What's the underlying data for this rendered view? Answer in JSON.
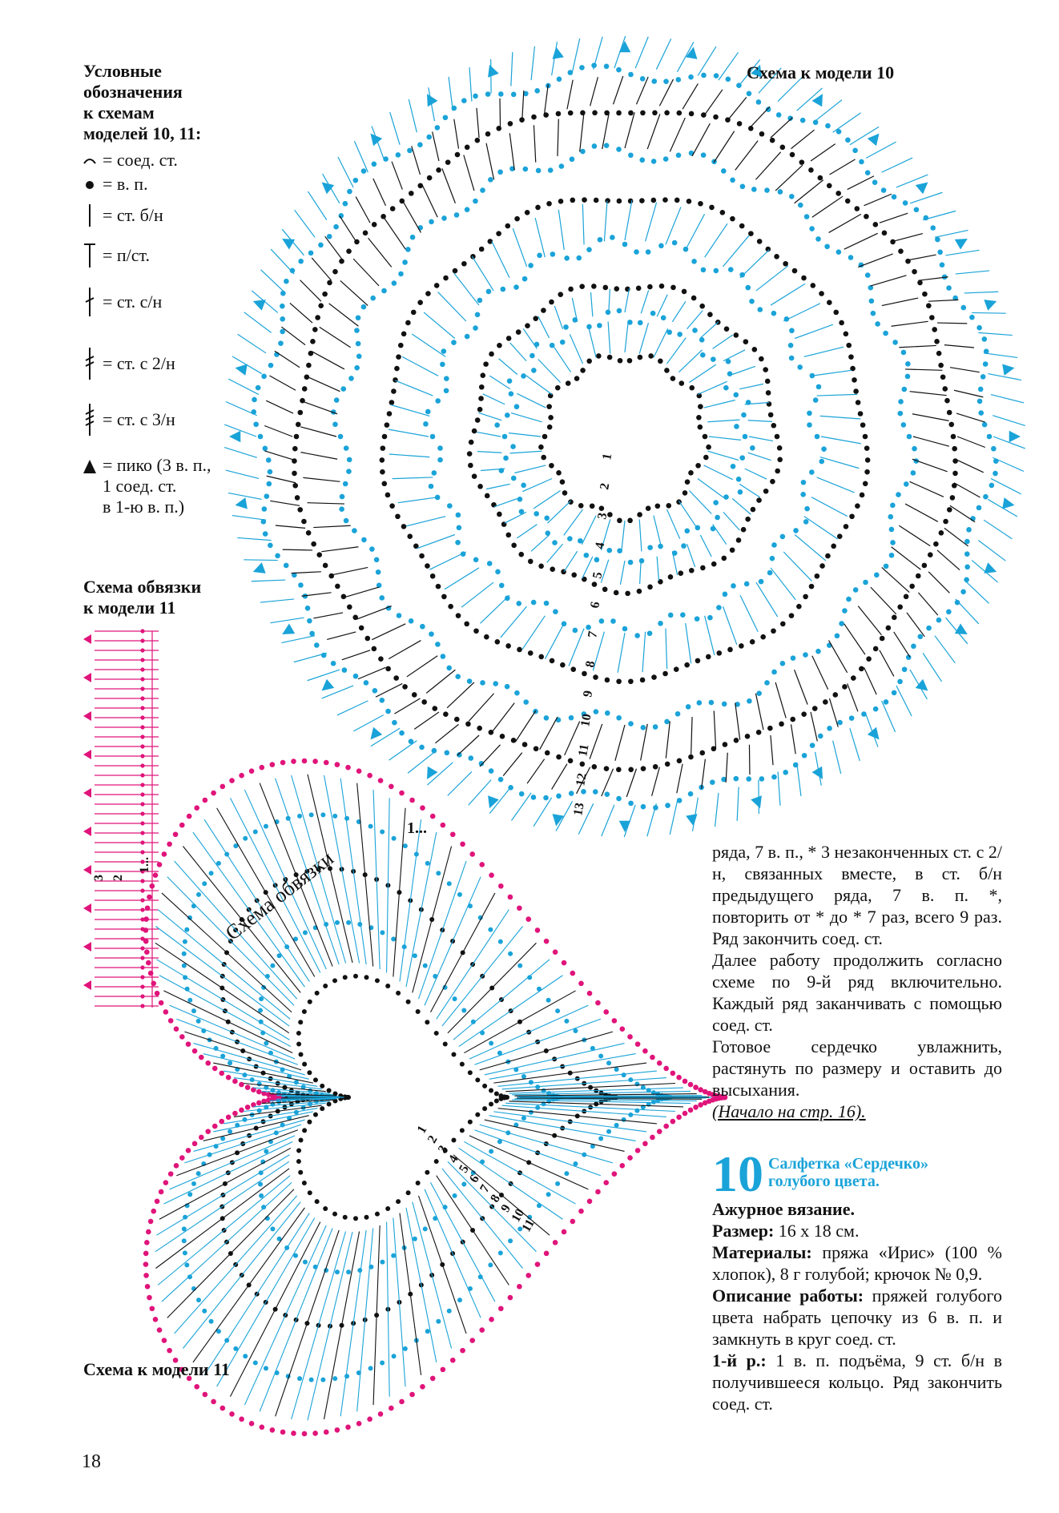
{
  "legend": {
    "title": "Условные\nобозначения\nк схемам\nмоделей 10, 11:",
    "items": [
      {
        "icon": "slip-stitch-icon",
        "text": "= соед. ст."
      },
      {
        "icon": "chain-stitch-icon",
        "text": "= в. п."
      },
      {
        "icon": "single-crochet-icon",
        "text": "= ст. б/н"
      },
      {
        "icon": "half-double-crochet-icon",
        "text": "= п/ст."
      },
      {
        "icon": "double-crochet-icon",
        "text": "= ст. с/н"
      },
      {
        "icon": "treble-crochet-icon",
        "text": "= ст. с 2/н"
      },
      {
        "icon": "double-treble-crochet-icon",
        "text": "= ст. с 3/н"
      },
      {
        "icon": "picot-icon",
        "text": "= пико (3 в. п.,\n1 соед. ст.\nв 1-ю в. п.)"
      }
    ]
  },
  "diagram10": {
    "title": "Схема к модели 10",
    "row_numbers": [
      "1",
      "2",
      "3",
      "4",
      "5",
      "6",
      "7",
      "8",
      "9",
      "10",
      "11",
      "12",
      "13"
    ]
  },
  "edging": {
    "title": "Схема обвязки\nк модели 11",
    "row_numbers": [
      "1...",
      "2",
      "3"
    ]
  },
  "diagram11": {
    "title": "Схема к модели 11",
    "edging_label": "Схема обвязки",
    "row_numbers": [
      "1",
      "2",
      "3",
      "4",
      "5",
      "6",
      "7",
      "8",
      "9",
      "10",
      "11"
    ],
    "top_label": "1..."
  },
  "body": {
    "p1": "ряда, 7 в. п., * 3 незаконченных ст. с 2/н, связанных вместе, в ст. б/н предыдущего ряда, 7 в. п. *, повторить от * до * 7 раз, всего 9 раз. Ряд закончить соед. ст.",
    "p2": "Далее работу продолжить согласно схеме по 9-й ряд включительно. Каждый ряд заканчивать с помощью соед. ст.",
    "p3": "Готовое сердечко увлажнить, растянуть по размеру и оставить до высыхания.",
    "ref": "(Начало на стр. 16)."
  },
  "model": {
    "number": "10",
    "title": "Салфетка «Сердечко»\nголубого цвета.",
    "technique": "Ажурное вязание.",
    "size_label": "Размер:",
    "size": "16 х 18 см.",
    "materials_label": "Материалы:",
    "materials": "пряжа «Ирис» (100 % хлопок), 8 г голубой; крючок № 0,9.",
    "desc_label": "Описание работы:",
    "desc": "пряжей голубого цвета набрать цепочку из 6 в. п. и замкнуть в круг соед. ст.",
    "row1_label": "1-й р.:",
    "row1": "1 в. п. подъёма, 9 ст. б/н в получившееся кольцо. Ряд закончить соед. ст."
  },
  "page_number": "18",
  "colors": {
    "blue": "#1aa3d8",
    "black": "#111111",
    "pink": "#e0147a"
  }
}
